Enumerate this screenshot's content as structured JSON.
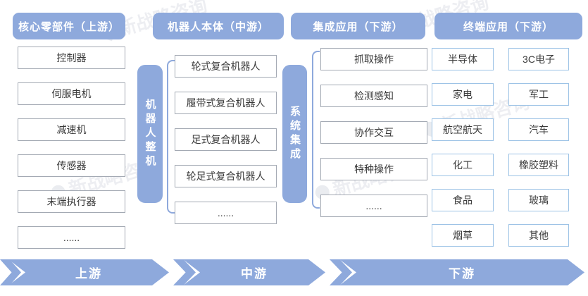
{
  "diagram": {
    "columns": [
      {
        "header": "核心零部件（上游）",
        "items": [
          "控制器",
          "伺服电机",
          "减速机",
          "传感器",
          "末端执行器",
          "......"
        ]
      },
      {
        "header": "机器人本体（中游）",
        "connector": "机器人整机",
        "items": [
          "轮式复合机器人",
          "履带式复合机器人",
          "足式复合机器人",
          "轮足式复合机器人",
          "......"
        ]
      },
      {
        "header": "集成应用（下游）",
        "connector": "系统集成",
        "items": [
          "抓取操作",
          "检测感知",
          "协作交互",
          "特种操作",
          "......"
        ]
      },
      {
        "header": "终端应用（下游）",
        "items_left": [
          "半导体",
          "家电",
          "航空航天",
          "化工",
          "食品",
          "烟草"
        ],
        "items_right": [
          "3C电子",
          "军工",
          "汽车",
          "橡胶塑料",
          "玻璃",
          "其他"
        ]
      }
    ],
    "stage_arrows": [
      "上游",
      "中游",
      "下游"
    ],
    "watermark_text": "新战略咨询",
    "colors": {
      "accent": "#8EA9DC",
      "border_gray": "#A3A9B3",
      "border_blue": "#9DC3E6"
    }
  }
}
